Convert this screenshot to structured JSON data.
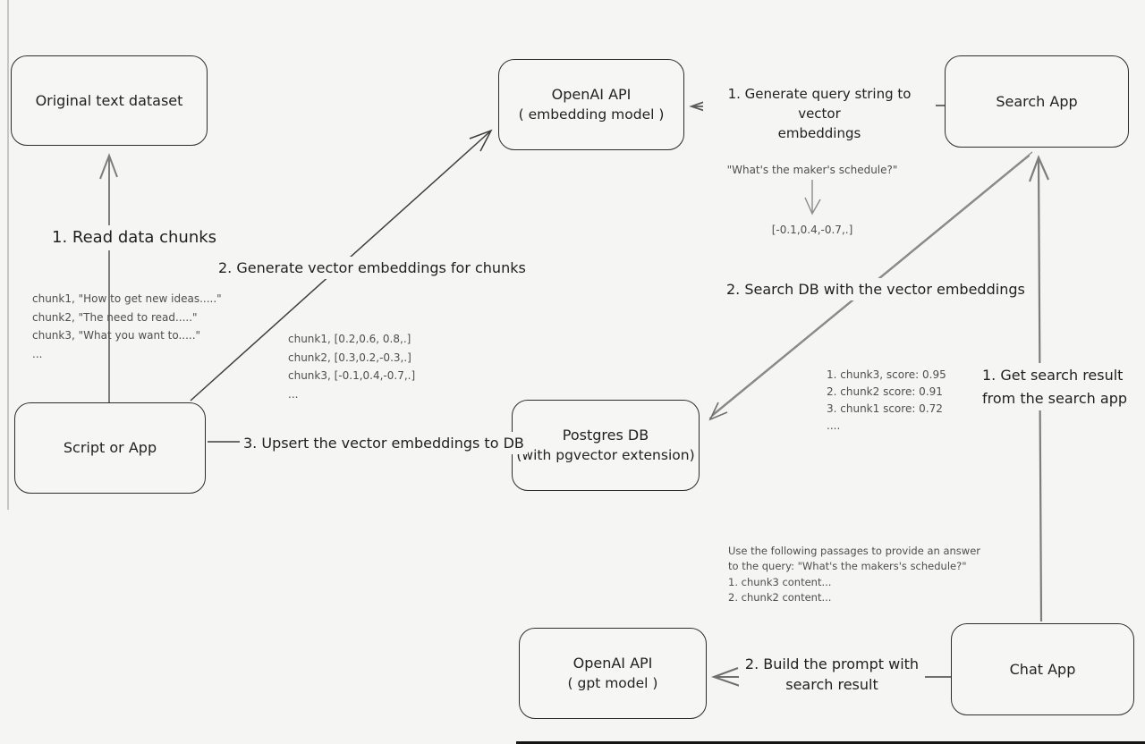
{
  "diagram": {
    "nodes": {
      "original_dataset": {
        "label": "Original text dataset"
      },
      "openai_embedding": {
        "label": "OpenAI API",
        "sublabel": "( embedding model )"
      },
      "search_app": {
        "label": "Search App"
      },
      "script_or_app": {
        "label": "Script or App"
      },
      "postgres_db": {
        "label": "Postgres DB",
        "sublabel": "(with pgvector extension)"
      },
      "openai_gpt": {
        "label": "OpenAI API",
        "sublabel": "( gpt model )"
      },
      "chat_app": {
        "label": "Chat App"
      }
    },
    "edges": {
      "read_chunks": {
        "label": "1. Read data chunks"
      },
      "generate_embeddings": {
        "label": "2. Generate vector embeddings for chunks"
      },
      "upsert": {
        "label": "3. Upsert the vector embeddings to DB"
      },
      "query_to_vector": {
        "line1": "1. Generate query string to vector",
        "line2": "embeddings"
      },
      "search_db": {
        "label": "2. Search DB with the vector embeddings"
      },
      "get_search_result": {
        "line1": "1. Get search result",
        "line2": "from the search app"
      },
      "build_prompt": {
        "line1": "2. Build the prompt with",
        "line2": "search result"
      }
    },
    "annotations": {
      "chunk_texts": {
        "lines": [
          "chunk1, \"How to get new ideas.....\"",
          "chunk2, \"The need to read.....\"",
          "chunk3, \"What you want to.....\"",
          "..."
        ]
      },
      "chunk_vectors": {
        "lines": [
          "chunk1, [0.2,0.6, 0.8,.]",
          "chunk2, [0.3,0.2,-0.3,.]",
          "chunk3, [-0.1,0.4,-0.7,.]",
          "..."
        ]
      },
      "query_example": {
        "query": "\"What's the maker's schedule?\"",
        "vector": "[-0.1,0.4,-0.7,.]"
      },
      "search_scores": {
        "lines": [
          "1. chunk3, score: 0.95",
          "2. chunk2 score: 0.91",
          "3. chunk1 score: 0.72",
          "...."
        ]
      },
      "prompt_example": {
        "lines": [
          "Use the following passages to provide an answer",
          "to the query: \"What's the makers's schedule?\"",
          "1. chunk3 content...",
          "2. chunk2 content..."
        ]
      }
    },
    "colors": {
      "background": "#f5f5f3",
      "box_border": "#2d2d2d",
      "dark_line": "#3e3e3e",
      "gray_arrow": "#7d7d7d",
      "annotation_text": "#4e4e4e"
    }
  }
}
